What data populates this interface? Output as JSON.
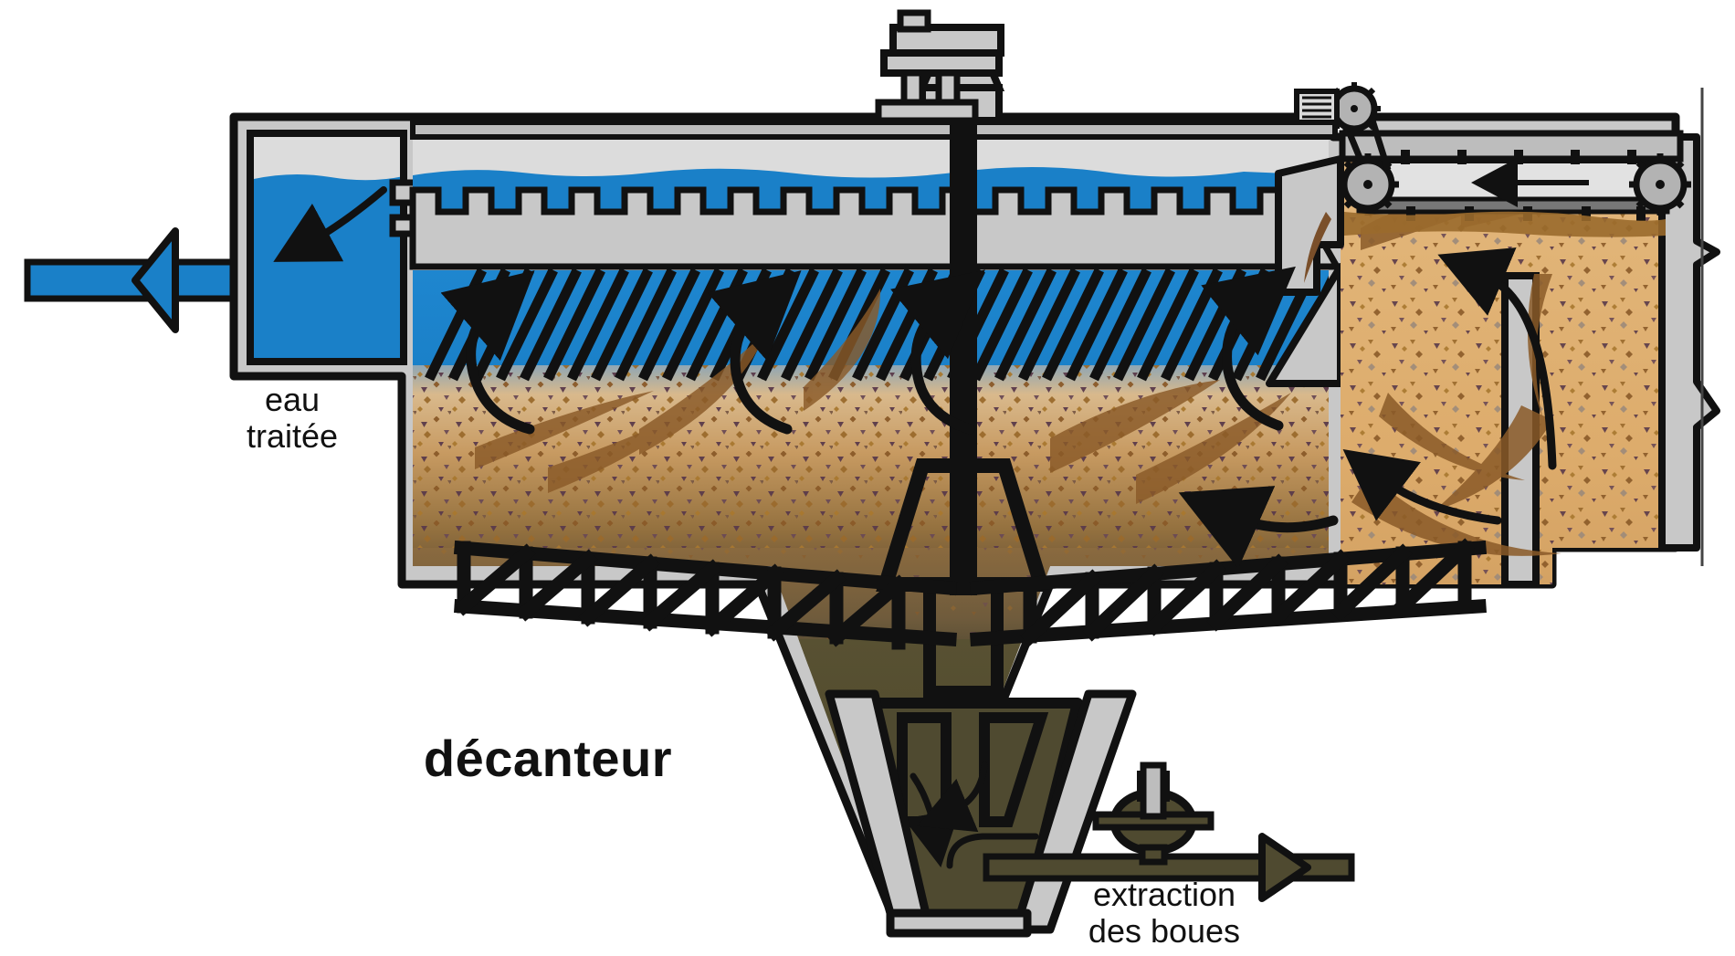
{
  "diagram": {
    "type": "cross-section",
    "subject": "décanteur",
    "language": "fr",
    "title": "décanteur",
    "background_color": "#ffffff"
  },
  "labels": {
    "treated_water": "eau\ntraitée",
    "clarifier": "décanteur",
    "sludge_extraction": "extraction\ndes boues"
  },
  "palette": {
    "concrete": "#c8c8c8",
    "concrete_light": "#d9d9d9",
    "outline": "#111111",
    "water_blue": "#1a80c8",
    "water_blue_dark": "#1070b4",
    "air_gray": "#dcdcdc",
    "sludge_tan": "#e0b377",
    "sludge_mid": "#b98a54",
    "sludge_brown": "#8a6a3f",
    "sludge_dark": "#4b4630",
    "floc_brown": "#8a5a28",
    "floc_purple": "#5a3a4a",
    "metal_gray": "#bdbdbd"
  },
  "components": [
    {
      "id": "outlet-pipe",
      "name": "treated water outlet pipe",
      "flow": "left",
      "color": "#1a80c8"
    },
    {
      "id": "clearwater-channel",
      "name": "clear water collection channel",
      "color": "#1a80c8"
    },
    {
      "id": "overflow-weir",
      "name": "crenellated overflow weir",
      "color": "#c8c8c8"
    },
    {
      "id": "lamella-pack",
      "name": "inclined lamella plate pack",
      "plate_count": 42,
      "angle_deg": 62
    },
    {
      "id": "drive-unit",
      "name": "central drive motor and gearbox",
      "color": "#c8c8c8"
    },
    {
      "id": "center-shaft",
      "name": "central rotating shaft",
      "color": "#111111"
    },
    {
      "id": "scraper-rake",
      "name": "bottom sludge scraper rake truss",
      "color": "#111111"
    },
    {
      "id": "sludge-hopper",
      "name": "sludge hopper",
      "color": "#4b4630"
    },
    {
      "id": "extraction-valve",
      "name": "sludge extraction valve",
      "color": "#4b4630"
    },
    {
      "id": "extraction-pipe",
      "name": "sludge extraction pipe",
      "flow": "right",
      "color": "#4b4630"
    },
    {
      "id": "surface-conveyor",
      "name": "surface scum conveyor belt",
      "flow": "left",
      "color": "#d9d9d9"
    },
    {
      "id": "conveyor-motor",
      "name": "conveyor drive motor",
      "color": "#d9d9d9"
    },
    {
      "id": "floc-chamber",
      "name": "flocculation / recirculation chamber",
      "color": "#e0b377"
    }
  ],
  "zones": [
    {
      "id": "clear-water",
      "name": "clarified water zone",
      "color": "#1a80c8"
    },
    {
      "id": "sludge-blanket",
      "name": "sludge blanket zone",
      "color": "#c49a63"
    },
    {
      "id": "compaction",
      "name": "sludge compaction zone",
      "color": "#8a6a3f"
    },
    {
      "id": "hopper",
      "name": "concentrated sludge hopper",
      "color": "#4b4630"
    }
  ],
  "flow_arrows": [
    {
      "id": "arrow-outlet",
      "direction": "left",
      "color": "#111111"
    },
    {
      "id": "arrow-into-channel",
      "direction": "down-left",
      "color": "#111111"
    },
    {
      "id": "arrow-rise-1",
      "direction": "up",
      "color": "#111111"
    },
    {
      "id": "arrow-rise-2",
      "direction": "up",
      "color": "#111111"
    },
    {
      "id": "arrow-rise-3",
      "direction": "up",
      "color": "#111111"
    },
    {
      "id": "arrow-recirc-right",
      "direction": "up-left",
      "color": "#111111"
    },
    {
      "id": "arrow-recirc-down",
      "direction": "left",
      "color": "#111111"
    },
    {
      "id": "arrow-conveyor",
      "direction": "left",
      "color": "#111111"
    },
    {
      "id": "arrow-hopper-1",
      "direction": "down",
      "color": "#111111"
    },
    {
      "id": "arrow-hopper-2",
      "direction": "down-left",
      "color": "#111111"
    },
    {
      "id": "arrow-extraction",
      "direction": "right",
      "color": "#111111"
    }
  ]
}
